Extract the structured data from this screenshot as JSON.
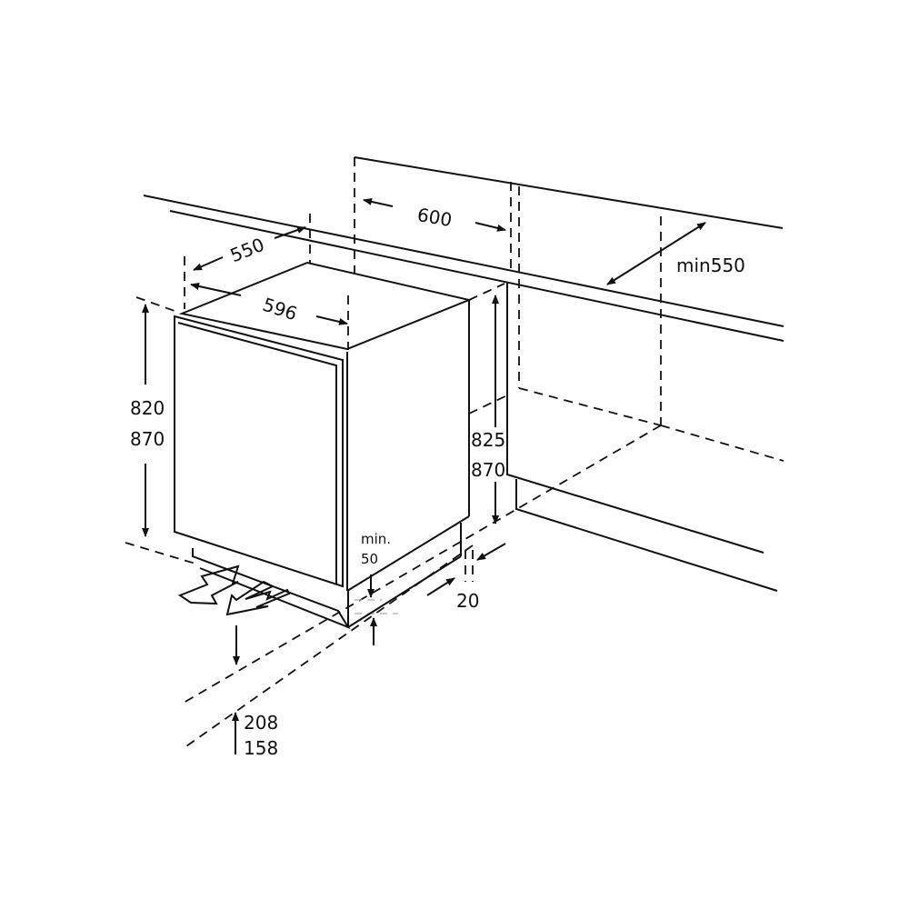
{
  "dimensions": {
    "niche_width": "600",
    "niche_depth": "min550",
    "appliance_depth": "550",
    "appliance_width": "596",
    "appliance_height_min": "820",
    "appliance_height_max": "870",
    "niche_height_min": "825",
    "niche_height_max": "870",
    "ventilation_gap_label": "min.",
    "ventilation_gap_value": "50",
    "rear_gap": "20",
    "plinth_height_max": "208",
    "plinth_height_min": "158"
  },
  "colors": {
    "line": "#111111",
    "background": "#ffffff"
  }
}
